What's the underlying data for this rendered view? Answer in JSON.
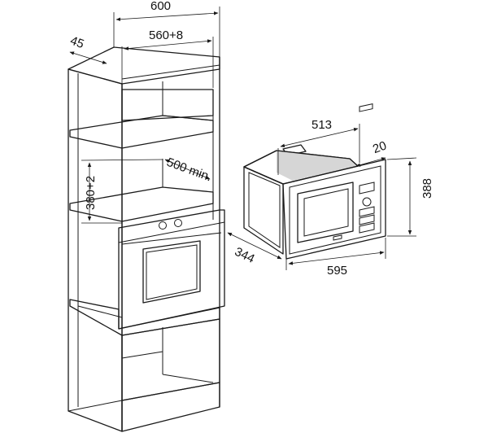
{
  "colors": {
    "line": "#1a1a1a",
    "panel": "#ffffff",
    "shadow": "#d6d6d6"
  },
  "cabinet": {
    "width_label": "600",
    "depth_label": "45",
    "niche_width_label": "560+8",
    "niche_height_label": "380+2",
    "min_depth_label": "500 min."
  },
  "microwave": {
    "depth_label": "513",
    "frame_label": "20",
    "height_label": "388",
    "body_depth_label": "344",
    "width_label": "595"
  }
}
